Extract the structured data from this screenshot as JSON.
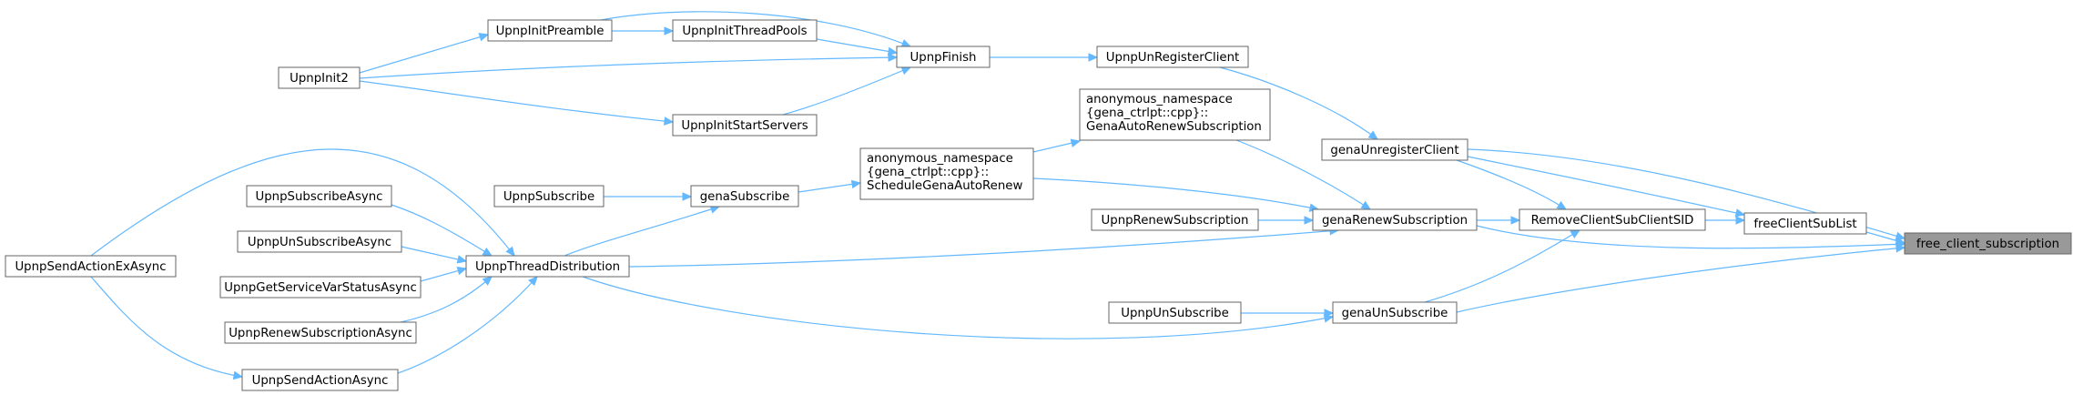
{
  "nodes": {
    "free_client_subscription": {
      "label": "free_client_subscription"
    },
    "freeClientSubList": {
      "label": "freeClientSubList"
    },
    "genaRenewSubscription": {
      "label": "genaRenewSubscription"
    },
    "genaUnSubscribe": {
      "label": "genaUnSubscribe"
    },
    "genaUnregisterClient": {
      "label": "genaUnregisterClient"
    },
    "RemoveClientSubClientSID": {
      "label": "RemoveClientSubClientSID"
    },
    "UpnpThreadDistribution": {
      "label": "UpnpThreadDistribution"
    },
    "UpnpUnRegisterClient": {
      "label": "UpnpUnRegisterClient"
    },
    "UpnpFinish": {
      "label": "UpnpFinish"
    },
    "UpnpInit2": {
      "label": "UpnpInit2"
    },
    "UpnpInitPreamble": {
      "label": "UpnpInitPreamble"
    },
    "UpnpInitThreadPools": {
      "label": "UpnpInitThreadPools"
    },
    "UpnpInitStartServers": {
      "label": "UpnpInitStartServers"
    },
    "ScheduleGenaAutoRenew": {
      "lines": [
        "anonymous_namespace",
        "{gena_ctrlpt::cpp}::",
        "ScheduleGenaAutoRenew"
      ]
    },
    "GenaAutoRenewSubscription": {
      "lines": [
        "anonymous_namespace",
        "{gena_ctrlpt::cpp}::",
        "GenaAutoRenewSubscription"
      ]
    },
    "genaSubscribe": {
      "label": "genaSubscribe"
    },
    "UpnpSubscribe": {
      "label": "UpnpSubscribe"
    },
    "UpnpSendActionAsync": {
      "label": "UpnpSendActionAsync"
    },
    "UpnpSendActionExAsync": {
      "label": "UpnpSendActionExAsync"
    },
    "UpnpGetServiceVarStatusAsync": {
      "label": "UpnpGetServiceVarStatusAsync"
    },
    "UpnpRenewSubscriptionAsync": {
      "label": "UpnpRenewSubscriptionAsync"
    },
    "UpnpSubscribeAsync": {
      "label": "UpnpSubscribeAsync"
    },
    "UpnpUnSubscribeAsync": {
      "label": "UpnpUnSubscribeAsync"
    },
    "UpnpRenewSubscription": {
      "label": "UpnpRenewSubscription"
    },
    "UpnpUnSubscribe": {
      "label": "UpnpUnSubscribe"
    }
  },
  "edges": [
    {
      "from": "free_client_subscription",
      "to": "freeClientSubList"
    },
    {
      "from": "free_client_subscription",
      "to": "genaRenewSubscription"
    },
    {
      "from": "free_client_subscription",
      "to": "genaUnSubscribe"
    },
    {
      "from": "free_client_subscription",
      "to": "genaUnregisterClient"
    },
    {
      "from": "freeClientSubList",
      "to": "genaUnregisterClient"
    },
    {
      "from": "freeClientSubList",
      "to": "RemoveClientSubClientSID"
    },
    {
      "from": "RemoveClientSubClientSID",
      "to": "genaUnregisterClient"
    },
    {
      "from": "RemoveClientSubClientSID",
      "to": "genaRenewSubscription"
    },
    {
      "from": "RemoveClientSubClientSID",
      "to": "genaUnSubscribe"
    },
    {
      "from": "genaUnregisterClient",
      "to": "UpnpUnRegisterClient"
    },
    {
      "from": "UpnpUnRegisterClient",
      "to": "UpnpFinish"
    },
    {
      "from": "UpnpFinish",
      "to": "UpnpInit2"
    },
    {
      "from": "UpnpFinish",
      "to": "UpnpInitPreamble"
    },
    {
      "from": "UpnpFinish",
      "to": "UpnpInitThreadPools"
    },
    {
      "from": "UpnpFinish",
      "to": "UpnpInitStartServers"
    },
    {
      "from": "UpnpInitPreamble",
      "to": "UpnpInit2"
    },
    {
      "from": "UpnpInitThreadPools",
      "to": "UpnpInitPreamble"
    },
    {
      "from": "UpnpInitStartServers",
      "to": "UpnpInit2"
    },
    {
      "from": "genaRenewSubscription",
      "to": "GenaAutoRenewSubscription"
    },
    {
      "from": "genaRenewSubscription",
      "to": "ScheduleGenaAutoRenew"
    },
    {
      "from": "genaRenewSubscription",
      "to": "UpnpRenewSubscription"
    },
    {
      "from": "genaRenewSubscription",
      "to": "UpnpThreadDistribution"
    },
    {
      "from": "GenaAutoRenewSubscription",
      "to": "ScheduleGenaAutoRenew"
    },
    {
      "from": "ScheduleGenaAutoRenew",
      "to": "genaSubscribe"
    },
    {
      "from": "genaSubscribe",
      "to": "UpnpSubscribe"
    },
    {
      "from": "genaSubscribe",
      "to": "UpnpThreadDistribution"
    },
    {
      "from": "genaUnSubscribe",
      "to": "UpnpThreadDistribution"
    },
    {
      "from": "genaUnSubscribe",
      "to": "UpnpUnSubscribe"
    },
    {
      "from": "UpnpThreadDistribution",
      "to": "UpnpSendActionAsync"
    },
    {
      "from": "UpnpThreadDistribution",
      "to": "UpnpSendActionExAsync"
    },
    {
      "from": "UpnpThreadDistribution",
      "to": "UpnpGetServiceVarStatusAsync"
    },
    {
      "from": "UpnpThreadDistribution",
      "to": "UpnpRenewSubscriptionAsync"
    },
    {
      "from": "UpnpThreadDistribution",
      "to": "UpnpSubscribeAsync"
    },
    {
      "from": "UpnpThreadDistribution",
      "to": "UpnpUnSubscribeAsync"
    },
    {
      "from": "UpnpSendActionAsync",
      "to": "UpnpSendActionExAsync"
    }
  ],
  "colors": {
    "edge": "#63b8ff",
    "node_border": "#666666",
    "selected_fill": "#999999"
  }
}
